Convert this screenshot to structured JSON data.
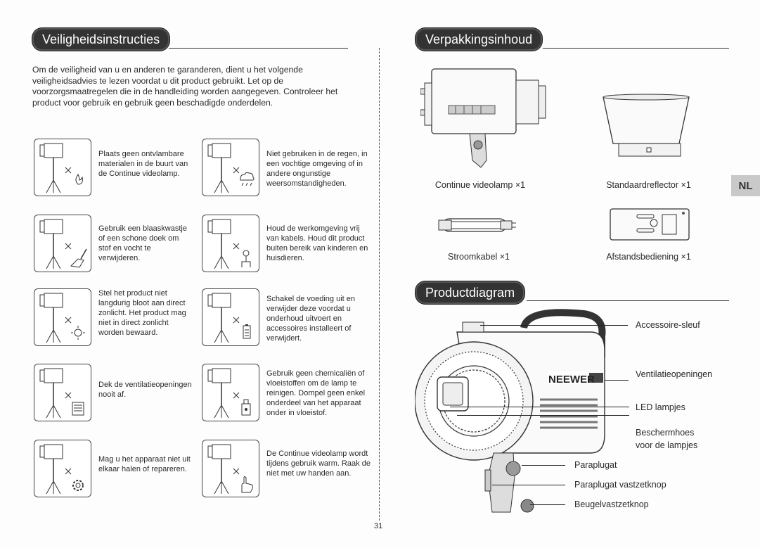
{
  "safety": {
    "title": "Veiligheidsinstructies",
    "intro": "Om de veiligheid van u en anderen te garanderen, dient u het volgende veiligheidsadvies te lezen voordat u dit product gebruikt. Let op de voorzorgsmaatregelen die in de handleiding worden aangegeven. Controleer het product voor gebruik en gebruik geen beschadigde onderdelen.",
    "items": [
      {
        "text": "Plaats geen ontvlambare materialen in de buurt van de Continue videolamp.",
        "icon": "fire-icon"
      },
      {
        "text": "Niet gebruiken in de regen, in een vochtige omgeving of in andere ongunstige weersomstandigheden.",
        "icon": "rain-cloud-icon"
      },
      {
        "text": "Gebruik een blaaskwastje of een schone doek om stof en vocht te verwijderen.",
        "icon": "brush-icon"
      },
      {
        "text": "Houd de werkomgeving vrij van kabels. Houd dit product buiten bereik van kinderen en huisdieren.",
        "icon": "child-icon"
      },
      {
        "text": "Stel het product niet langdurig bloot aan direct zonlicht. Het product mag niet in direct zonlicht worden bewaard.",
        "icon": "sun-icon"
      },
      {
        "text": "Schakel de voeding uit en verwijder deze voordat u onderhoud uitvoert en accessoires installeert of verwijdert.",
        "icon": "battery-icon"
      },
      {
        "text": "Dek de ventilatieopeningen nooit af.",
        "icon": "vent-icon"
      },
      {
        "text": "Gebruik geen chemicaliën of vloeistoffen om de lamp te reinigen. Dompel geen enkel onderdeel van het apparaat onder in vloeistof.",
        "icon": "chemical-bottle-icon"
      },
      {
        "text": "Mag u het apparaat niet uit elkaar halen of repareren.",
        "icon": "gear-icon"
      },
      {
        "text": "De Continue videolamp wordt tijdens gebruik warm. Raak de niet met uw handen aan.",
        "icon": "hand-icon"
      }
    ]
  },
  "package": {
    "title": "Verpakkingsinhoud",
    "items": [
      {
        "label": "Continue videolamp ×1"
      },
      {
        "label": "Standaardreflector ×1"
      },
      {
        "label": "Stroomkabel ×1"
      },
      {
        "label": "Afstandsbediening ×1"
      }
    ]
  },
  "diagram": {
    "title": "Productdiagram",
    "brand": "NEEWER",
    "labels": [
      "Accessoire-sleuf",
      "Ventilatieopeningen",
      "LED lampjes",
      "Beschermhoes voor de lampjes",
      "Paraplugat",
      "Paraplugat vastzetknop",
      "Beugelvastzetknop"
    ]
  },
  "lang": "NL",
  "page_number": "31"
}
